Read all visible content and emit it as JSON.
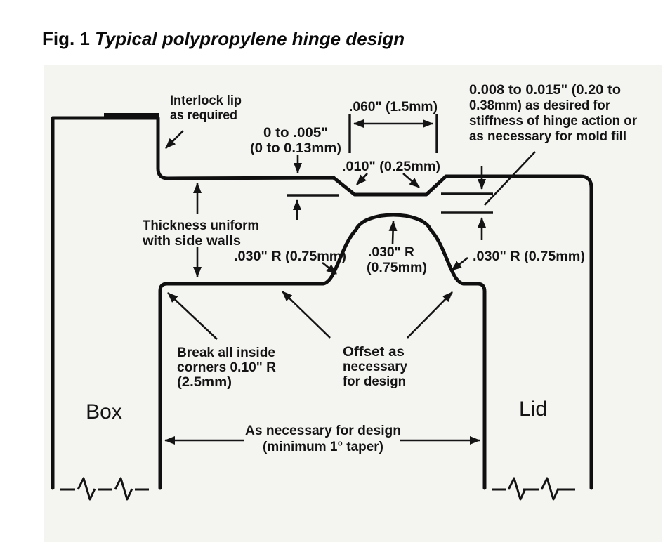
{
  "figure": {
    "label": "Fig. 1",
    "title": "Typical polypropylene hinge design"
  },
  "parts": {
    "box": "Box",
    "lid": "Lid"
  },
  "annotations": {
    "interlock_lip": [
      "Interlock lip",
      "as required"
    ],
    "gap_tolerance": [
      "0 to .005\"",
      "(0 to 0.13mm)"
    ],
    "land_width": ".060\" (1.5mm)",
    "recess_depth": ".010\" (0.25mm)",
    "web_thickness": [
      "0.008 to 0.015\" (0.20 to",
      "0.38mm) as desired for",
      "stiffness of hinge action or",
      "as necessary for mold fill"
    ],
    "wall_thickness": [
      "Thickness uniform",
      "with side walls"
    ],
    "radius_left": ".030\" R (0.75mm)",
    "radius_center": [
      ".030\" R",
      "(0.75mm)"
    ],
    "radius_right": ".030\" R (0.75mm)",
    "inside_corners": [
      "Break all inside",
      "corners 0.10\" R",
      "(2.5mm)"
    ],
    "offset": [
      "Offset as",
      "necessary",
      "for design"
    ],
    "taper": [
      "As necessary for design",
      "(minimum 1° taper)"
    ]
  },
  "colors": {
    "line": "#141414",
    "background": "#ffffff",
    "panel": "#f4f4f1"
  }
}
